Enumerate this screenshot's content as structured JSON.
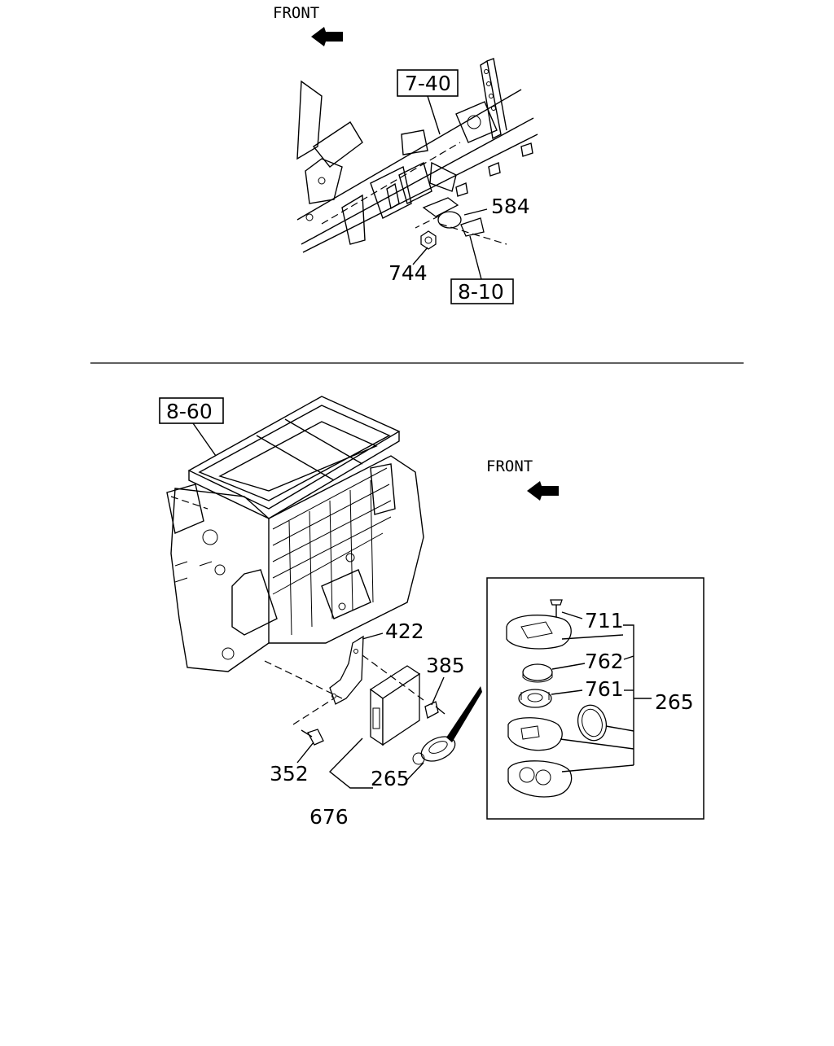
{
  "upper": {
    "front_label": "FRONT",
    "ref_7_40": "7-40",
    "ref_8_10": "8-10",
    "part_584": "584",
    "part_744": "744"
  },
  "lower": {
    "front_label": "FRONT",
    "ref_8_60": "8-60",
    "part_422": "422",
    "part_385": "385",
    "part_352": "352",
    "part_265_key": "265",
    "part_676": "676",
    "inset": {
      "part_711": "711",
      "part_762": "762",
      "part_761": "761",
      "part_265": "265"
    }
  },
  "icons": {
    "front_arrow": "front-arrow-icon"
  }
}
